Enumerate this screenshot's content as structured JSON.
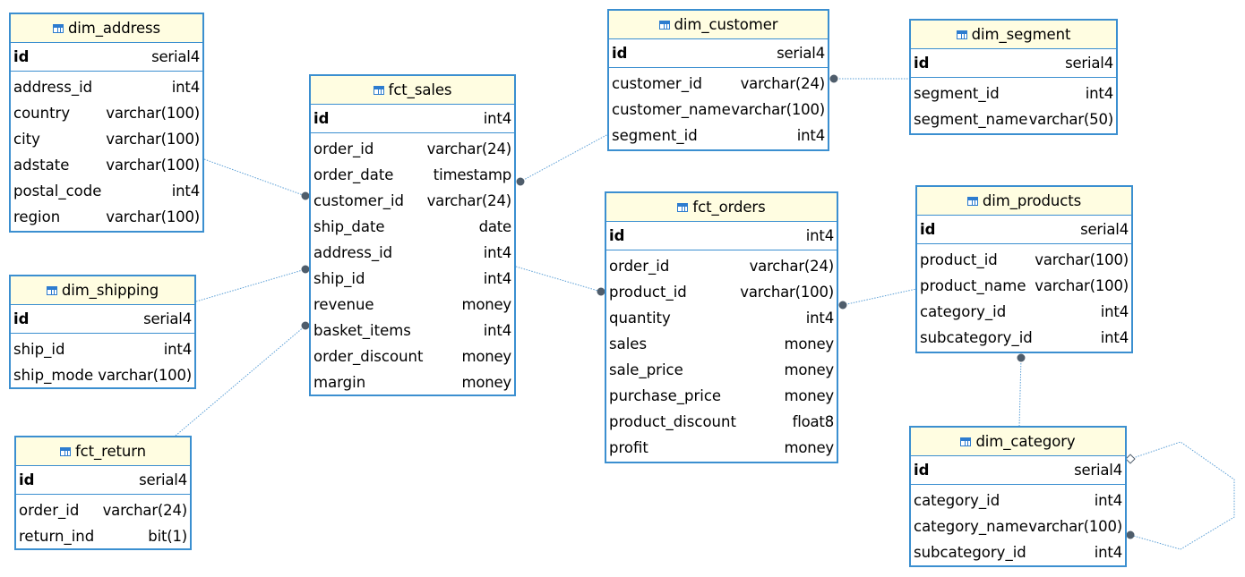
{
  "tables": {
    "dim_address": {
      "name": "dim_address",
      "pk": {
        "name": "id",
        "type": "serial4"
      },
      "cols": [
        [
          "address_id",
          "int4"
        ],
        [
          "country",
          "varchar(100)"
        ],
        [
          "city",
          "varchar(100)"
        ],
        [
          "adstate",
          "varchar(100)"
        ],
        [
          "postal_code",
          "int4"
        ],
        [
          "region",
          "varchar(100)"
        ]
      ]
    },
    "dim_shipping": {
      "name": "dim_shipping",
      "pk": {
        "name": "id",
        "type": "serial4"
      },
      "cols": [
        [
          "ship_id",
          "int4"
        ],
        [
          "ship_mode",
          "varchar(100)"
        ]
      ]
    },
    "fct_return": {
      "name": "fct_return",
      "pk": {
        "name": "id",
        "type": "serial4"
      },
      "cols": [
        [
          "order_id",
          "varchar(24)"
        ],
        [
          "return_ind",
          "bit(1)"
        ]
      ]
    },
    "fct_sales": {
      "name": "fct_sales",
      "pk": {
        "name": "id",
        "type": "int4"
      },
      "cols": [
        [
          "order_id",
          "varchar(24)"
        ],
        [
          "order_date",
          "timestamp"
        ],
        [
          "customer_id",
          "varchar(24)"
        ],
        [
          "ship_date",
          "date"
        ],
        [
          "address_id",
          "int4"
        ],
        [
          "ship_id",
          "int4"
        ],
        [
          "revenue",
          "money"
        ],
        [
          "basket_items",
          "int4"
        ],
        [
          "order_discount",
          "money"
        ],
        [
          "margin",
          "money"
        ]
      ]
    },
    "dim_customer": {
      "name": "dim_customer",
      "pk": {
        "name": "id",
        "type": "serial4"
      },
      "cols": [
        [
          "customer_id",
          "varchar(24)"
        ],
        [
          "customer_name",
          "varchar(100)"
        ],
        [
          "segment_id",
          "int4"
        ]
      ]
    },
    "dim_segment": {
      "name": "dim_segment",
      "pk": {
        "name": "id",
        "type": "serial4"
      },
      "cols": [
        [
          "segment_id",
          "int4"
        ],
        [
          "segment_name",
          "varchar(50)"
        ]
      ]
    },
    "fct_orders": {
      "name": "fct_orders",
      "pk": {
        "name": "id",
        "type": "int4"
      },
      "cols": [
        [
          "order_id",
          "varchar(24)"
        ],
        [
          "product_id",
          "varchar(100)"
        ],
        [
          "quantity",
          "int4"
        ],
        [
          "sales",
          "money"
        ],
        [
          "sale_price",
          "money"
        ],
        [
          "purchase_price",
          "money"
        ],
        [
          "product_discount",
          "float8"
        ],
        [
          "profit",
          "money"
        ]
      ]
    },
    "dim_products": {
      "name": "dim_products",
      "pk": {
        "name": "id",
        "type": "serial4"
      },
      "cols": [
        [
          "product_id",
          "varchar(100)"
        ],
        [
          "product_name",
          "varchar(100)"
        ],
        [
          "category_id",
          "int4"
        ],
        [
          "subcategory_id",
          "int4"
        ]
      ]
    },
    "dim_category": {
      "name": "dim_category",
      "pk": {
        "name": "id",
        "type": "serial4"
      },
      "cols": [
        [
          "category_id",
          "int4"
        ],
        [
          "category_name",
          "varchar(100)"
        ],
        [
          "subcategory_id",
          "int4"
        ]
      ]
    }
  },
  "colors": {
    "border": "#3b8fd0",
    "header": "#fffde1",
    "link": "#5b9fd6",
    "dot": "#4f5d6b"
  }
}
